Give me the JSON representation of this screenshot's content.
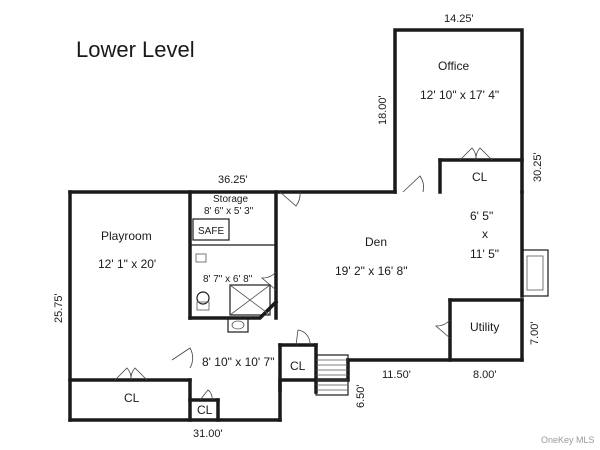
{
  "title": "Lower Level",
  "rooms": {
    "office": {
      "name": "Office",
      "size": "12' 10\" x 17' 4\""
    },
    "office_closet": {
      "name": "CL"
    },
    "storage": {
      "name": "Storage",
      "size": "8' 6\" x 5' 3\""
    },
    "safe": {
      "name": "SAFE"
    },
    "playroom": {
      "name": "Playroom",
      "size": "12' 1\" x 20'"
    },
    "playroom_closet": {
      "name": "CL"
    },
    "bathroom": {
      "size": "8' 7\" x 6' 8\""
    },
    "hall": {
      "size": "8' 10\" x 10' 7\""
    },
    "hall_closet": {
      "name": "CL"
    },
    "stair_closet": {
      "name": "CL"
    },
    "den": {
      "name": "Den",
      "size": "19' 2\" x 16' 8\""
    },
    "den_alcove": {
      "dim1": "6' 5\"",
      "x": "x",
      "dim2": "11' 5\""
    },
    "utility": {
      "name": "Utility"
    }
  },
  "dimensions": {
    "office_top": "14.25'",
    "office_left": "18.00'",
    "office_right": "30.25'",
    "storage_top": "36.25'",
    "left_side": "25.75'",
    "bottom": "31.00'",
    "stair_right": "6.50'",
    "den_bottom": "11.50'",
    "utility_bottom": "8.00'",
    "utility_right": "7.00'"
  },
  "watermark": "OneKey MLS",
  "colors": {
    "wall": "#1a1a1a",
    "background": "#ffffff",
    "watermark": "#9a9a9a"
  }
}
